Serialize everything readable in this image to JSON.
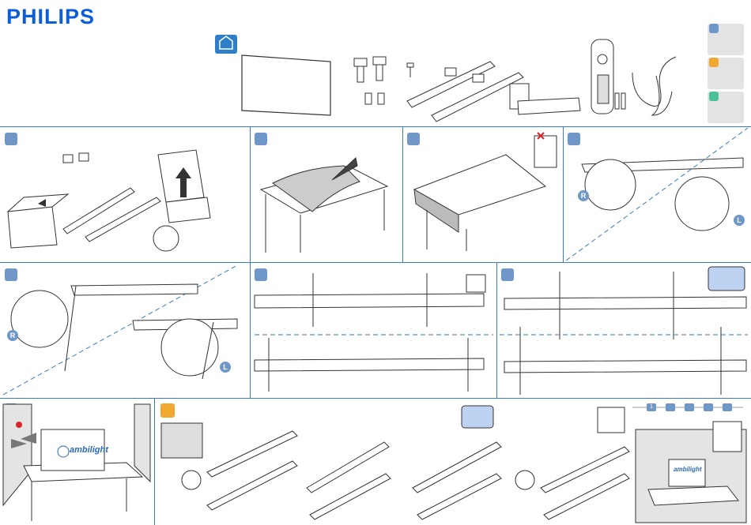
{
  "brand": {
    "logo_text": "PHILIPS",
    "color": "#0b5ed7"
  },
  "accent_colors": {
    "step_blue": "#6f98c9",
    "divider": "#3a7bbf",
    "orange": "#f0a830",
    "teal": "#4cbf9b",
    "error_red": "#d9262b",
    "ok_green": "#2aa84a"
  },
  "ambilight_label": "ambilight",
  "side_labels": {
    "left": "L",
    "right": "R"
  },
  "flow_steps": [
    "1"
  ],
  "icons": [
    "box-icon",
    "screw-icon",
    "remote-icon",
    "power-cable-icon",
    "manual-icon",
    "stand-foot-icon",
    "bracket-icon",
    "warning-icon",
    "check-icon",
    "cross-icon",
    "screwdriver-icon",
    "arrow-icon"
  ]
}
